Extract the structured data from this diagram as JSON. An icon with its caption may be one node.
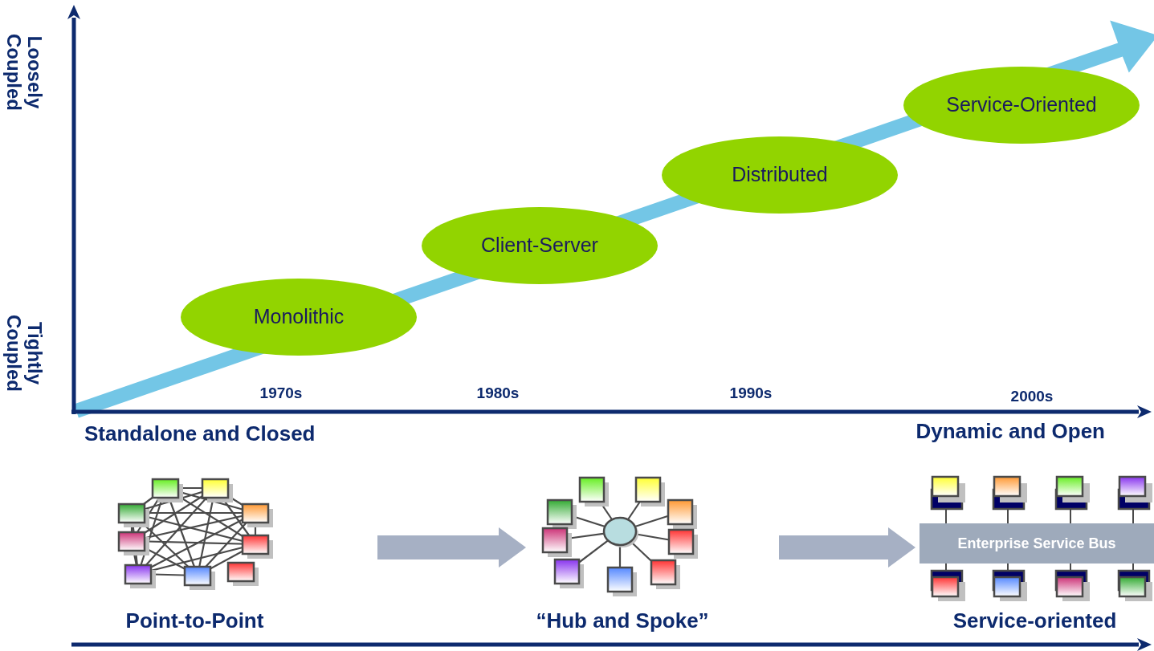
{
  "diagram": {
    "nodes": [
      {
        "text": [
          "Monolithic"
        ]
      },
      {
        "text": [
          "Client-Server"
        ]
      },
      {
        "text": [
          "Distributed"
        ]
      },
      {
        "text": [
          "Service-Oriented"
        ]
      },
      {
        "text": [],
        "shape": "picture",
        "beside": [
          "Point-to-Point"
        ]
      },
      {
        "text": [],
        "shape": "picture",
        "beside": [
          "“Hub and Spoke”"
        ]
      },
      {
        "text": [],
        "shape": "picture",
        "beside": [
          "Service-oriented"
        ]
      },
      {
        "text": [
          "Enterprise Service Bus"
        ],
        "in": 6
      }
    ],
    "edges": [
      {
        "from": 4,
        "to": 5,
        "arrow": "to"
      },
      {
        "from": 5,
        "to": 6,
        "arrow": "to"
      }
    ],
    "labels": [
      "Loosely Coupled",
      "Tightly Coupled",
      "1970s",
      "1980s",
      "1990s",
      "2000s",
      "Standalone and Closed",
      "Dynamic and Open"
    ]
  }
}
